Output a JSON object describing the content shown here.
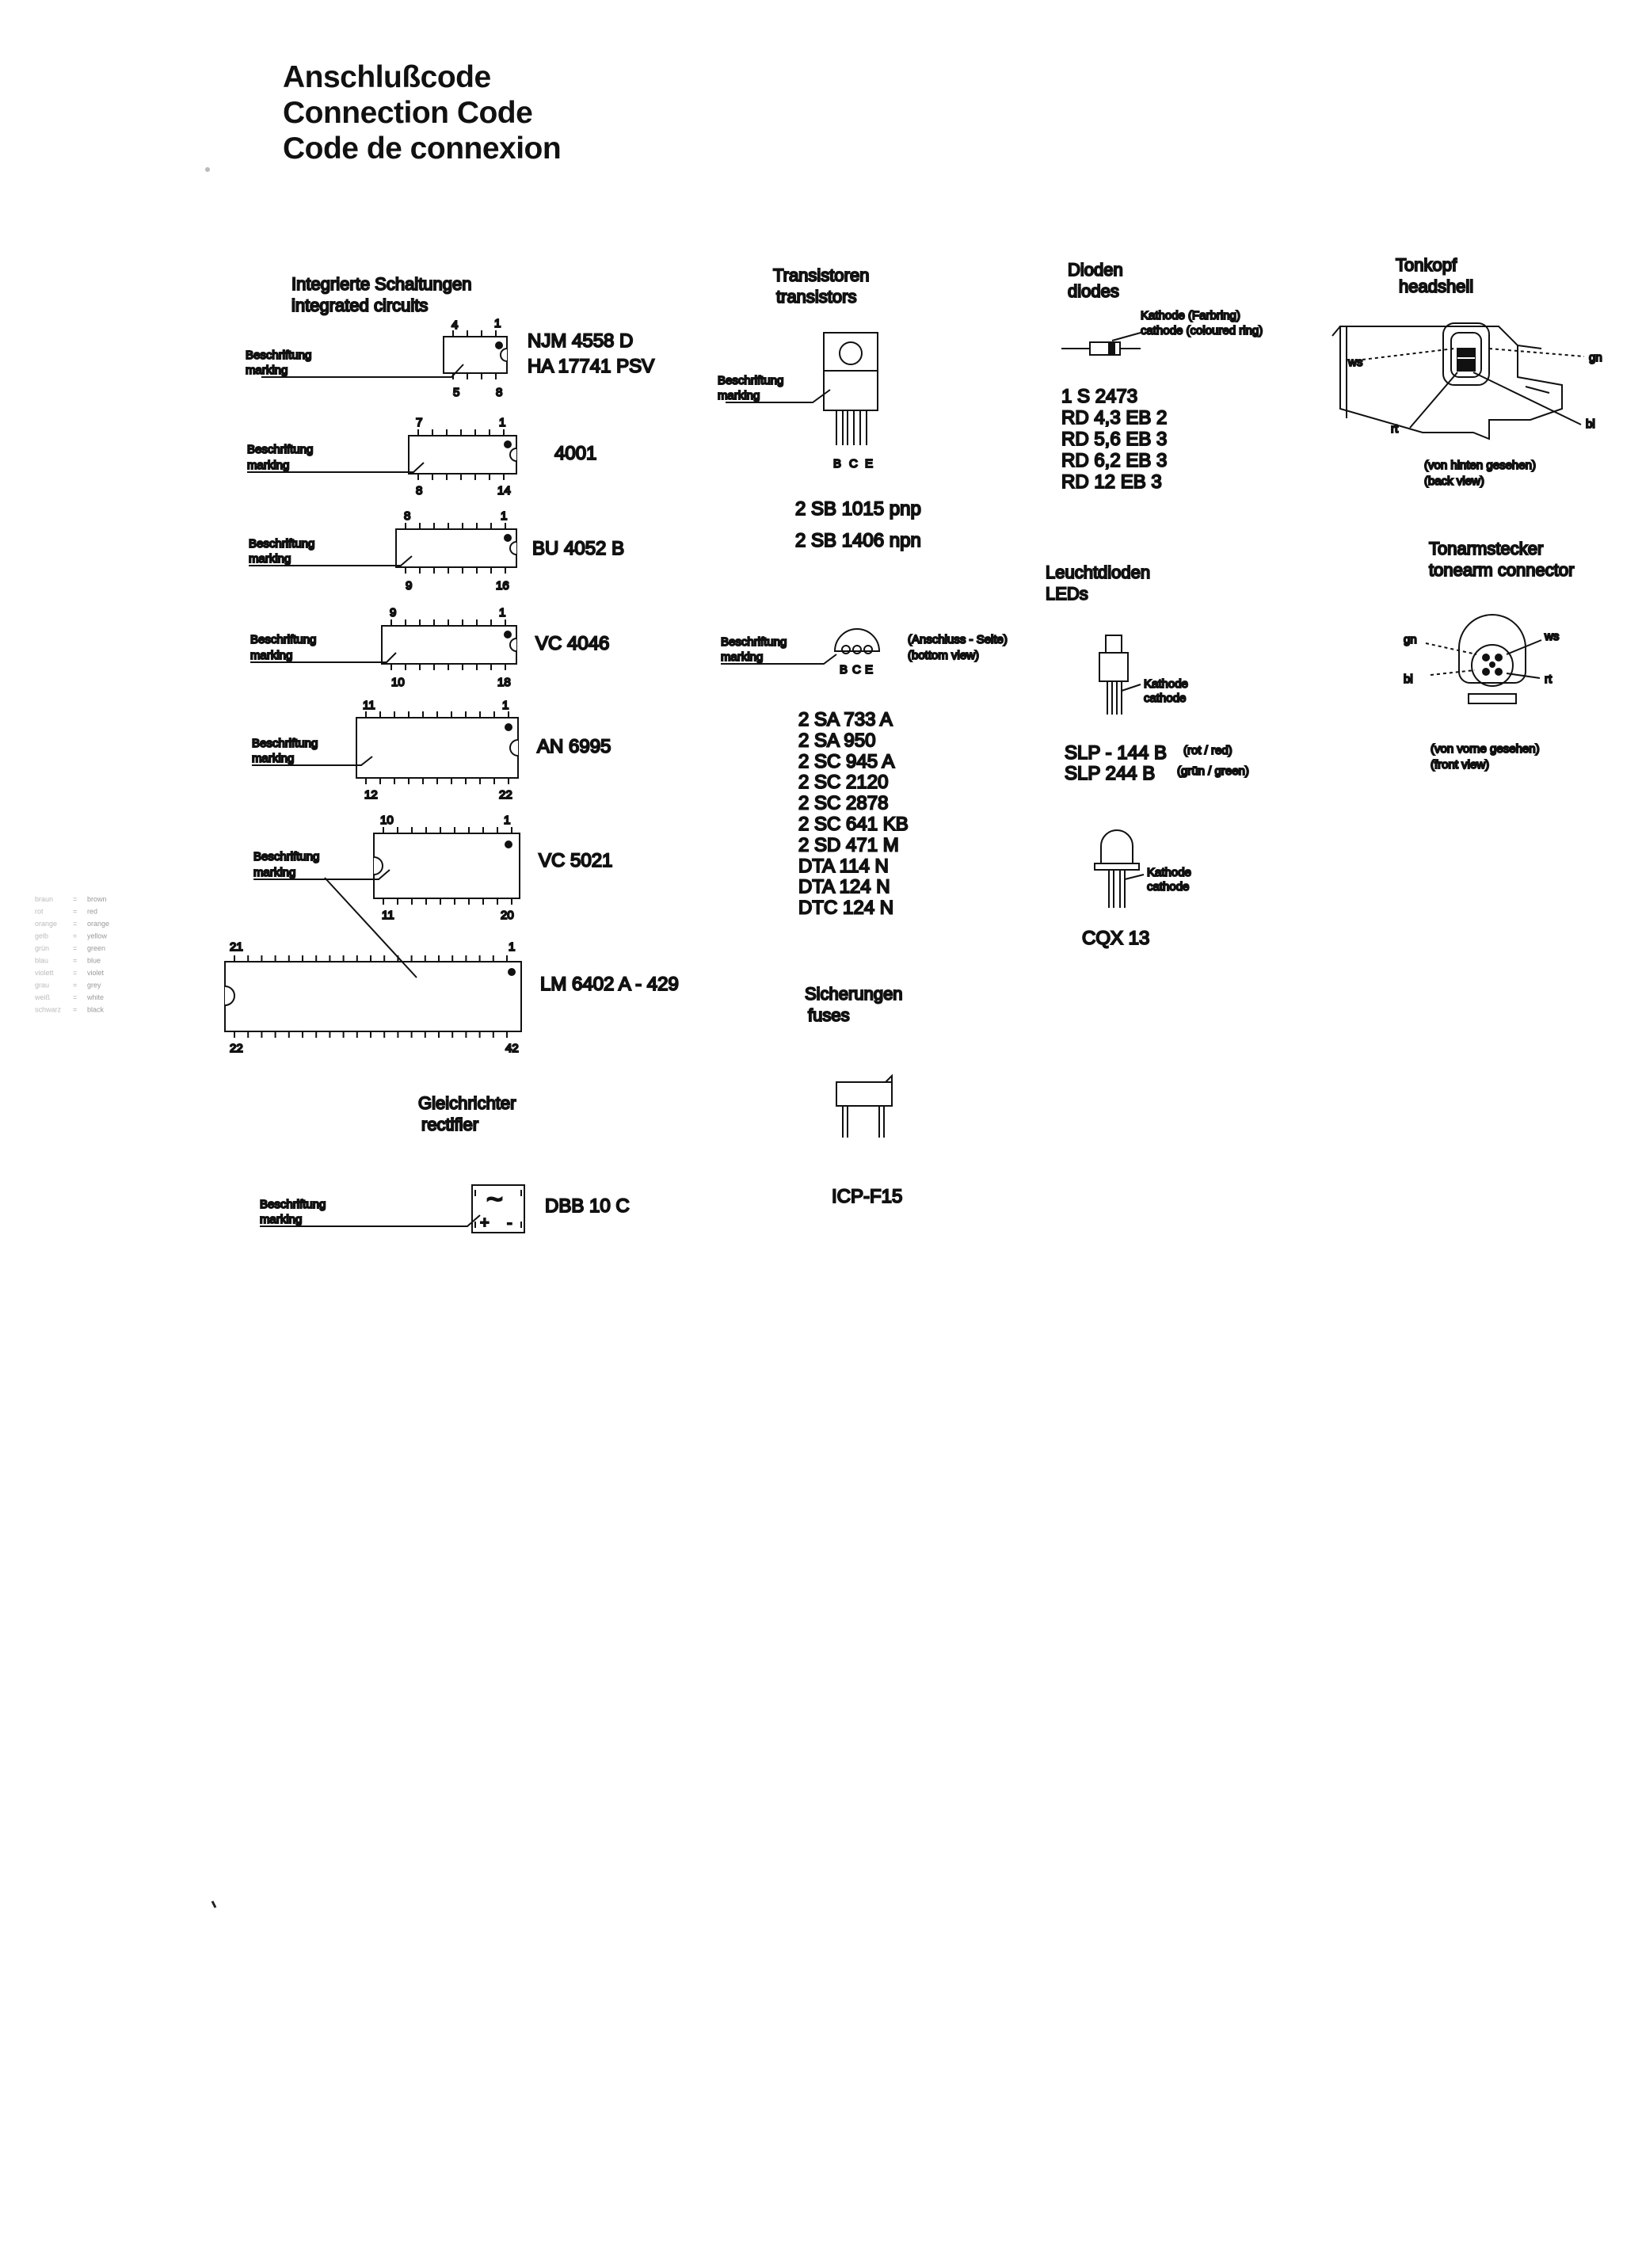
{
  "title": [
    "Anschlußcode",
    "Connection Code",
    "Code de connexion"
  ],
  "marking": [
    "Beschriftung",
    "marking"
  ],
  "ic": {
    "heading": [
      "Integrierte  Schaltungen",
      "integrated  circuits"
    ],
    "chips": [
      {
        "parts": [
          "NJM 4558 D",
          "HA  17741 PSV"
        ],
        "pins": [
          "4",
          "1",
          "5",
          "8"
        ]
      },
      {
        "parts": [
          "4001"
        ],
        "pins": [
          "7",
          "1",
          "8",
          "14"
        ]
      },
      {
        "parts": [
          "BU 4052  B"
        ],
        "pins": [
          "8",
          "1",
          "9",
          "16"
        ]
      },
      {
        "parts": [
          "VC 4046"
        ],
        "pins": [
          "9",
          "1",
          "10",
          "18"
        ]
      },
      {
        "parts": [
          "AN 6995"
        ],
        "pins": [
          "11",
          "1",
          "12",
          "22"
        ]
      },
      {
        "parts": [
          "VC 5021"
        ],
        "pins": [
          "10",
          "1",
          "11",
          "20"
        ]
      },
      {
        "parts": [
          "LM 6402 A - 429"
        ],
        "pins": [
          "21",
          "1",
          "22",
          "42"
        ]
      }
    ]
  },
  "rectifier": {
    "heading": [
      "Gleichrichter",
      "rectifier"
    ],
    "part": "DBB 10 C",
    "symbols": [
      "~",
      "+",
      "-"
    ]
  },
  "transistors": {
    "heading": [
      "Transistoren",
      "transistors"
    ],
    "pins": [
      "B",
      "C",
      "E"
    ],
    "group1": [
      "2 SB  1015  pnp",
      "2 SB  1406  npn"
    ],
    "view_note": [
      "(Anschluss - Seite)",
      "(bottom  view)"
    ],
    "group2": [
      "2 SA  733 A",
      "2 SA  950",
      "2 SC  945 A",
      "2 SC  2120",
      "2 SC  2878",
      "2 SC  641  KB",
      "2 SD  471  M",
      "DTA   114  N",
      "DTA   124  N",
      "DTC   124  N"
    ]
  },
  "fuses": {
    "heading": [
      "Sicherungen",
      "fuses"
    ],
    "part": "ICP-F15"
  },
  "diodes": {
    "heading": [
      "Dioden",
      "diodes"
    ],
    "note": [
      "Kathode (Farbring)",
      "cathode (coloured ring)"
    ],
    "parts": [
      "1 S  2473",
      "RD  4,3 EB  2",
      "RD  5,6 EB  3",
      "RD  6,2 EB  3",
      "RD  12  EB  3"
    ]
  },
  "leds": {
    "heading": [
      "Leuchtdioden",
      "LEDs"
    ],
    "cathode": [
      "Kathode",
      "cathode"
    ],
    "parts": [
      {
        "part": "SLP - 144  B",
        "color": "(rot / red)"
      },
      {
        "part": "SLP   244  B",
        "color": "(grün / green)"
      }
    ],
    "cqx": "CQX 13"
  },
  "headshell": {
    "heading": [
      "Tonkopf",
      "headshell"
    ],
    "wires": [
      "ws",
      "gn",
      "rt",
      "bl"
    ],
    "view": [
      "(von  hinten  gesehen)",
      "(back  view)"
    ]
  },
  "tonearm": {
    "heading": [
      "Tonarmstecker",
      "tonearm  connector"
    ],
    "wires": [
      "gn",
      "ws",
      "bl",
      "rt"
    ],
    "view": [
      "(von  vorne  gesehen)",
      "(front  view)"
    ]
  },
  "color_legend": [
    {
      "de": "braun",
      "en": "brown"
    },
    {
      "de": "rot",
      "en": "red"
    },
    {
      "de": "orange",
      "en": "orange"
    },
    {
      "de": "gelb",
      "en": "yellow"
    },
    {
      "de": "grün",
      "en": "green"
    },
    {
      "de": "blau",
      "en": "blue"
    },
    {
      "de": "violett",
      "en": "violet"
    },
    {
      "de": "grau",
      "en": "grey"
    },
    {
      "de": "weiß",
      "en": "white"
    },
    {
      "de": "schwarz",
      "en": "black"
    }
  ]
}
